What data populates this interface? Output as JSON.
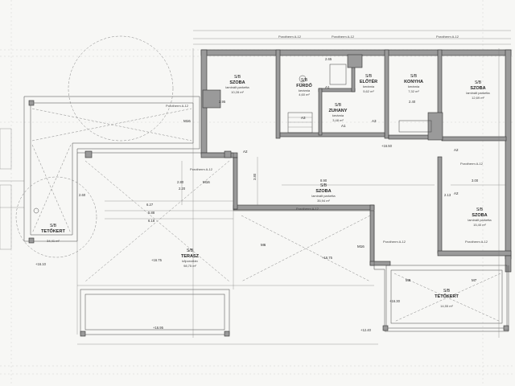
{
  "rooms": [
    {
      "code": "S/B",
      "name": "SZOBA",
      "floor": "laminált parketta",
      "area": "10,28 m²"
    },
    {
      "code": "S/B",
      "name": "FÜRDŐ",
      "floor": "kerámia",
      "area": "4,60 m²"
    },
    {
      "code": "S/B",
      "name": "ELŐTÉR",
      "floor": "kerámia",
      "area": "5,62 m²"
    },
    {
      "code": "S/B",
      "name": "KONYHA",
      "floor": "kerámia",
      "area": "7,32 m²"
    },
    {
      "code": "S/B",
      "name": "SZOBA",
      "floor": "laminált parketta",
      "area": "12,69 m²"
    },
    {
      "code": "S/B",
      "name": "ZUHANY",
      "floor": "kerámia",
      "area": "3,48 m²"
    },
    {
      "code": "S/B",
      "name": "SZOBA",
      "floor": "laminált parketta",
      "area": "35,94 m²"
    },
    {
      "code": "S/B",
      "name": "SZOBA",
      "floor": "laminált parketta",
      "area": "15,40 m²"
    },
    {
      "code": "S/B",
      "name": "TETŐKERT",
      "floor": "",
      "area": "34,41 m²"
    },
    {
      "code": "S/B",
      "name": "TERASZ",
      "floor": "kőporcelán",
      "area": "98,75 m²"
    },
    {
      "code": "S/B",
      "name": "TETŐKERT",
      "floor": "",
      "area": "14,55 m²"
    }
  ],
  "labels": {
    "porotherm_a12": "Porotherm A-12",
    "door_a1": "A1",
    "door_a2": "A2",
    "door_a3": "A3",
    "m16": "M16",
    "m6": "M6",
    "m8": "M8",
    "m7": "M7"
  },
  "dimensions": [
    "8.90",
    "3.80",
    "6.27",
    "5.88",
    "6.18",
    "3.00",
    "2.95",
    "2.65",
    "2.80",
    "2.40",
    "2.13",
    "2.60",
    "2.20"
  ],
  "levels": [
    "+16.50",
    "+16.75",
    "+16.10",
    "+16.95",
    "+12.40",
    "+16.30"
  ]
}
